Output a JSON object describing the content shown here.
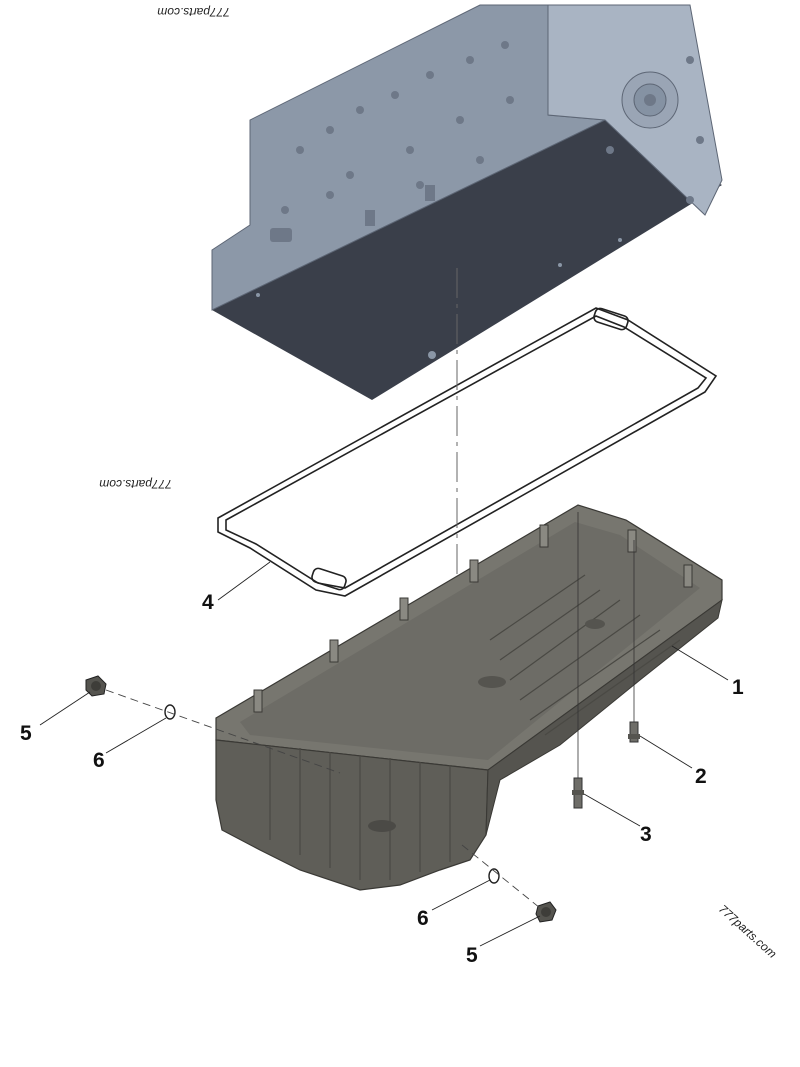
{
  "diagram": {
    "callouts": [
      {
        "id": "1",
        "label": "1",
        "part": "oil-pan"
      },
      {
        "id": "2",
        "label": "2",
        "part": "sensor-fitting"
      },
      {
        "id": "3",
        "label": "3",
        "part": "oil-level-sensor"
      },
      {
        "id": "4",
        "label": "4",
        "part": "oil-pan-gasket"
      },
      {
        "id": "5a",
        "label": "5",
        "part": "drain-plug-left"
      },
      {
        "id": "6a",
        "label": "6",
        "part": "o-ring-left"
      },
      {
        "id": "5b",
        "label": "5",
        "part": "drain-plug-right"
      },
      {
        "id": "6b",
        "label": "6",
        "part": "o-ring-right"
      }
    ],
    "watermarks": {
      "top": "777parts.com",
      "middle": "777parts.com",
      "corner": "777parts.com"
    }
  },
  "colors": {
    "block_face": "#8a96a6",
    "block_side": "#a8b3c2",
    "block_bottom": "#3a3f4a",
    "pan": "#6a6862",
    "pan_dark": "#4b4a46",
    "line": "#222222"
  }
}
